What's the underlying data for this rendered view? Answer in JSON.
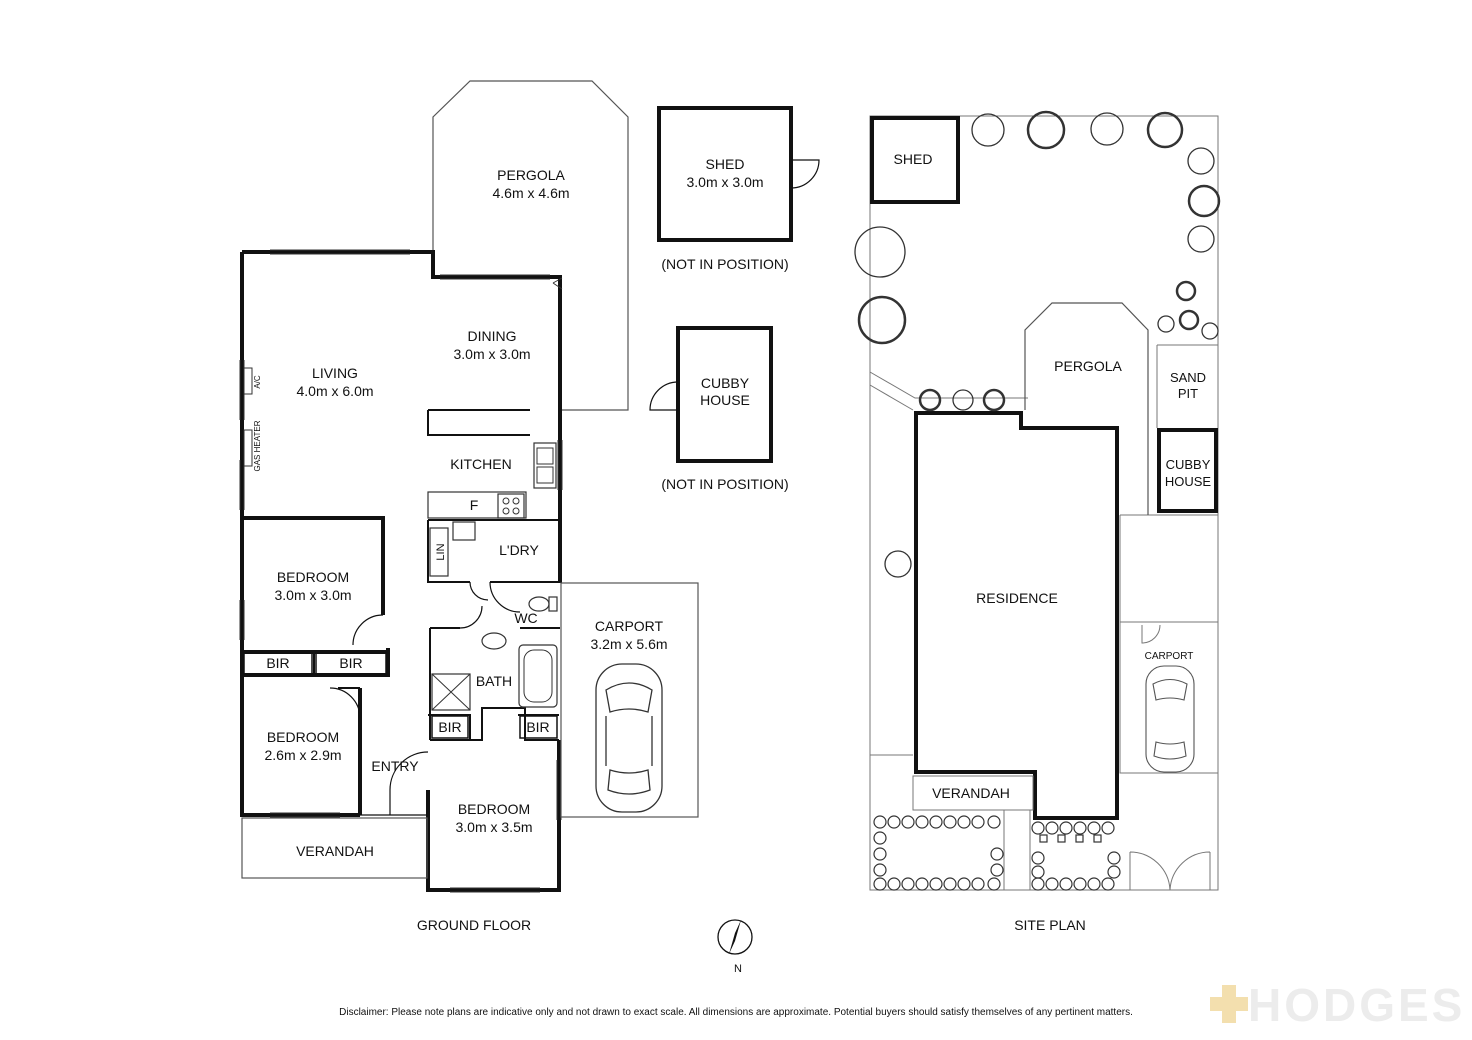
{
  "ground_floor": {
    "caption": "GROUND FLOOR",
    "rooms": {
      "pergola": {
        "name": "PERGOLA",
        "dims": "4.6m x 4.6m"
      },
      "living": {
        "name": "LIVING",
        "dims": "4.0m x 6.0m"
      },
      "dining": {
        "name": "DINING",
        "dims": "3.0m x 3.0m"
      },
      "kitchen": {
        "name": "KITCHEN"
      },
      "laundry": {
        "name": "L'DRY"
      },
      "wc": {
        "name": "WC"
      },
      "bath": {
        "name": "BATH"
      },
      "bedroom1": {
        "name": "BEDROOM",
        "dims": "3.0m x 3.0m"
      },
      "bedroom2": {
        "name": "BEDROOM",
        "dims": "2.6m x 2.9m"
      },
      "bedroom3": {
        "name": "BEDROOM",
        "dims": "3.0m x 3.5m"
      },
      "entry": {
        "name": "ENTRY"
      },
      "verandah": {
        "name": "VERANDAH"
      },
      "carport": {
        "name": "CARPORT",
        "dims": "3.2m x 5.6m"
      }
    },
    "fixtures": {
      "bir": "BIR",
      "lin": "LIN",
      "fridge": "F",
      "ac": "A/C",
      "gas_heater": "GAS HEATER"
    }
  },
  "outbuildings": {
    "shed": {
      "name": "SHED",
      "dims": "3.0m x 3.0m",
      "note": "(NOT IN POSITION)"
    },
    "cubby": {
      "line1": "CUBBY",
      "line2": "HOUSE",
      "note": "(NOT IN POSITION)"
    }
  },
  "site_plan": {
    "caption": "SITE PLAN",
    "labels": {
      "shed": "SHED",
      "pergola": "PERGOLA",
      "sand_pit_1": "SAND",
      "sand_pit_2": "PIT",
      "cubby_1": "CUBBY",
      "cubby_2": "HOUSE",
      "residence": "RESIDENCE",
      "carport": "CARPORT",
      "verandah": "VERANDAH"
    }
  },
  "compass": {
    "label": "N"
  },
  "disclaimer": "Disclaimer: Please note plans are indicative only and not drawn to exact scale. All dimensions are approximate. Potential buyers should satisfy themselves of any pertinent matters.",
  "watermark": "HODGES",
  "colors": {
    "wall": "#111111",
    "thin": "#555555",
    "watermark": "#f3dfae"
  }
}
